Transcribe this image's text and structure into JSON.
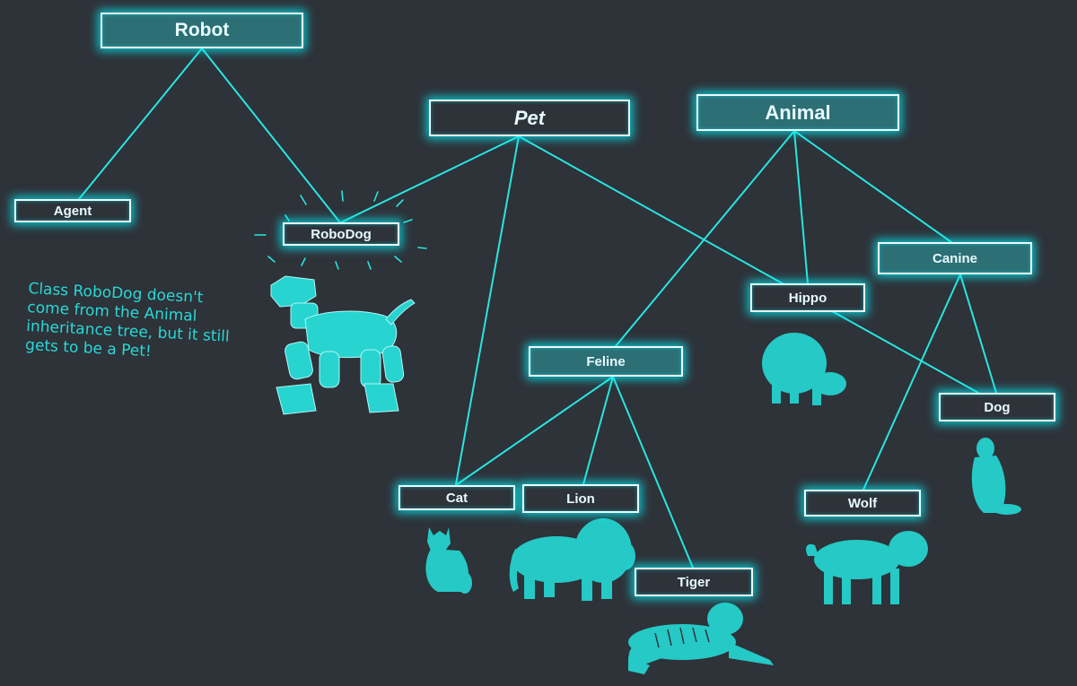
{
  "diagram": {
    "classes": {
      "robot": "Robot",
      "pet": "Pet",
      "animal": "Animal",
      "agent": "Agent",
      "robodog": "RoboDog",
      "canine": "Canine",
      "hippo": "Hippo",
      "feline": "Feline",
      "dog": "Dog",
      "cat": "Cat",
      "lion": "Lion",
      "wolf": "Wolf",
      "tiger": "Tiger"
    },
    "note": "Class RoboDog doesn't\ncome from the Animal\ninheritance tree, but it still\ngets to be a Pet!",
    "colors": {
      "background": "#2e3239",
      "line": "#27e6e0",
      "glow": "#00f6ff",
      "box_fill": "#2c6f75",
      "text": "#e6fbff",
      "handwriting": "#27d9d6"
    },
    "illustrations": [
      "robot-dog",
      "hippo",
      "dog",
      "cat",
      "lion",
      "wolf",
      "tiger"
    ]
  }
}
